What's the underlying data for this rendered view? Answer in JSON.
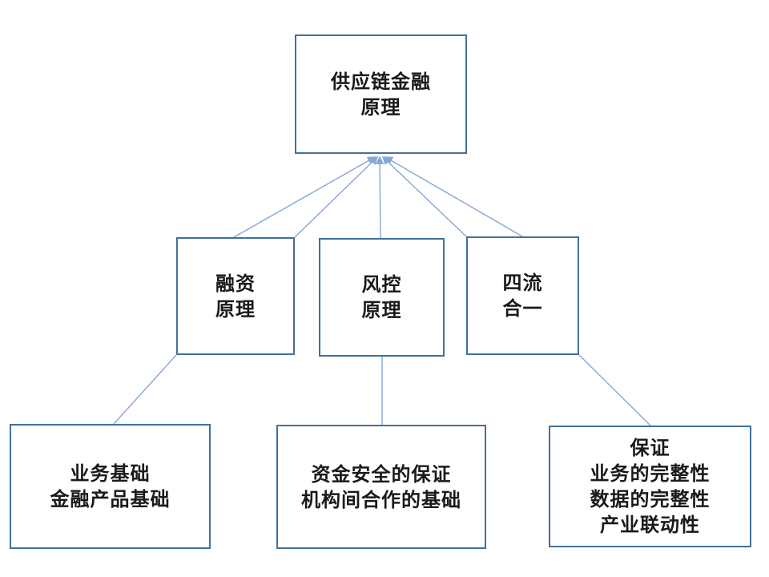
{
  "diagram": {
    "background_color": "#FFFFFF",
    "box_border_color": "#41719C",
    "connector_color": "#84A7D8",
    "text_color": "#1A1A1A",
    "nodes": {
      "root": {
        "lines": [
          "供应链金融",
          "原理"
        ]
      },
      "financing": {
        "lines": [
          "融资",
          "原理"
        ]
      },
      "risk_control": {
        "lines": [
          "风控",
          "原理"
        ]
      },
      "four_flows": {
        "lines": [
          "四流",
          "合一"
        ]
      },
      "business": {
        "lines": [
          "业务基础",
          "金融产品基础"
        ]
      },
      "capital": {
        "lines": [
          "资金安全的保证",
          "机构间合作的基础"
        ]
      },
      "guarantee": {
        "lines": [
          "保证",
          "业务的完整性",
          "数据的完整性",
          "产业联动性"
        ]
      }
    },
    "edges": [
      {
        "from": "financing",
        "to": "root",
        "arrow": true
      },
      {
        "from": "financing",
        "to": "root",
        "arrow": true
      },
      {
        "from": "risk_control",
        "to": "root",
        "arrow": true
      },
      {
        "from": "four_flows",
        "to": "root",
        "arrow": true
      },
      {
        "from": "four_flows",
        "to": "root",
        "arrow": true
      },
      {
        "from": "financing",
        "to": "business",
        "arrow": false
      },
      {
        "from": "risk_control",
        "to": "capital",
        "arrow": false
      },
      {
        "from": "four_flows",
        "to": "guarantee",
        "arrow": false
      }
    ]
  }
}
